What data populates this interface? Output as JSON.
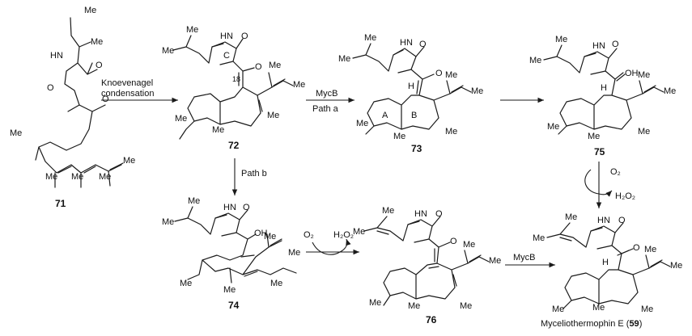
{
  "compounds": {
    "c71": "71",
    "c72": "72",
    "c73": "73",
    "c74": "74",
    "c75": "75",
    "c76": "76",
    "c59_prefix": "Myceliothermophin E (",
    "c59_num": "59",
    "c59_suffix": ")"
  },
  "reagents": {
    "knoevenagel_line1": "Knoevenagel",
    "knoevenagel_line2": "condensation",
    "mycb_a": "MycB",
    "path_a": "Path a",
    "path_b": "Path b",
    "o2_75": "O₂",
    "h2o2_75": "H₂O₂",
    "o2_74": "O₂",
    "h2o2_74": "H₂O₂",
    "mycb_76": "MycB"
  },
  "atoms": {
    "me": "Me",
    "o": "O",
    "hn": "HN",
    "oh": "OH",
    "h": "H",
    "ring_a": "A",
    "ring_b": "B",
    "ring_c": "C",
    "c18": "18"
  }
}
